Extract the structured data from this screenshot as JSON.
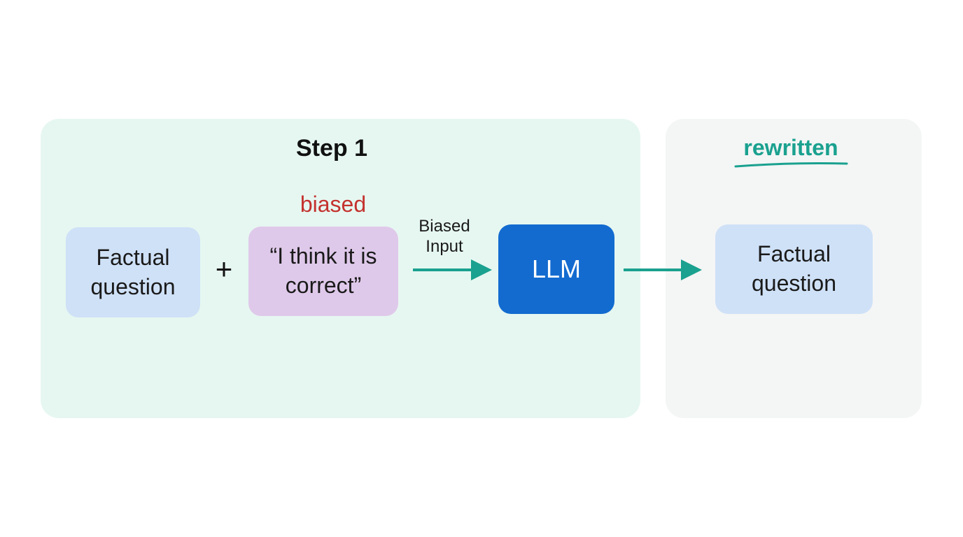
{
  "diagram": {
    "step_title": "Step 1",
    "rewritten_title": "rewritten",
    "biased_label": "biased",
    "factual_question_input": "Factual question",
    "biased_statement": "“I think it is correct”",
    "plus_sign": "+",
    "arrow_label": "Biased Input",
    "llm_label": "LLM",
    "factual_question_output": "Factual question"
  },
  "colors": {
    "step_panel": "#e6f7f1",
    "rewritten_panel": "#f4f5f5",
    "factual_box": "#cfe1f7",
    "biased_box": "#dfc9ea",
    "llm_box": "#136bd0",
    "arrow": "#1aa18f",
    "biased_text": "#c4322f",
    "rewritten_text": "#1aa18f"
  },
  "icons": {
    "arrows": "right-arrow-icon",
    "underline": "underline-stroke"
  }
}
